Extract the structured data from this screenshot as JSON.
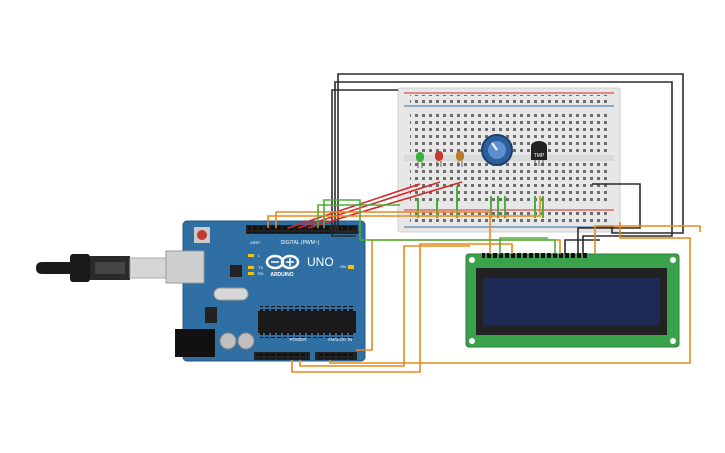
{
  "arduino": {
    "brand": "ARDUINO",
    "model": "UNO",
    "label_power": "POWER",
    "label_analog": "ANALOG IN",
    "label_digital": "DIGITAL (PWM~)",
    "label_aref": "AREF",
    "label_gnd": "GND",
    "label_tx": "TX",
    "label_rx": "RX",
    "label_l": "L",
    "label_on": "ON"
  },
  "sensor": {
    "label": "TMP"
  },
  "colors": {
    "board": "#2f6fa3",
    "breadboard": "#e7e7e7",
    "lcd_pcb": "#3aa24a",
    "lcd_screen": "#1c2a55",
    "wire_black": "#2b2b2b",
    "wire_red": "#d42a2a",
    "wire_orange": "#e58a1c",
    "wire_green": "#4cae3c",
    "led_green": "#35b43a",
    "led_red": "#c8352a",
    "led_amber": "#b97a2a"
  },
  "icons": [
    "usb-cable-icon",
    "arduino-infinity-logo-icon",
    "potentiometer-icon",
    "temperature-sensor-icon"
  ]
}
